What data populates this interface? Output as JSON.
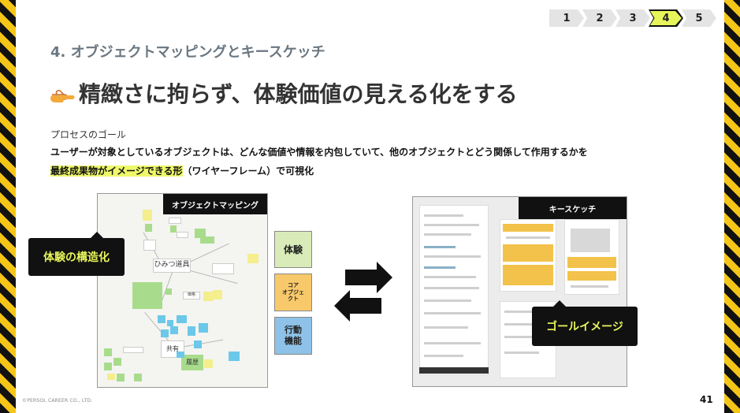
{
  "steps": [
    "1",
    "2",
    "3",
    "4",
    "5"
  ],
  "active_step": "4",
  "subtitle": "4. オブジェクトマッピングとキースケッチ",
  "headline": "精緻さに拘らず、体験価値の見える化をする",
  "goal": {
    "label": "プロセスのゴール",
    "line1": "ユーザーが対象としているオブジェクトは、どんな価値や情報を内包していて、他のオブジェクトとどう関係して作用するかを",
    "line2_highlight": "最終成果物がイメージできる形",
    "line2_rest": "（ワイヤーフレーム）で可視化"
  },
  "object_mapping": {
    "tag": "オブジェクトマッピング",
    "hub_label": "ひみつ道具",
    "shared_label": "共有",
    "history_label": "履歴",
    "small_label": "価格"
  },
  "callout_structure": "体験の構造化",
  "boxes": {
    "experience": "体験",
    "core_object": "コア\nオブジェ\nクト",
    "action": "行動\n機能"
  },
  "key_sketch": {
    "tag": "キースケッチ"
  },
  "callout_goal": "ゴールイメージ",
  "footer": "©PERSOL CAREER CO., LTD.",
  "page_number": "41",
  "colors": {
    "accent_yellow": "#e8f55a",
    "stripe_yellow": "#f5c518",
    "dark": "#111111"
  }
}
